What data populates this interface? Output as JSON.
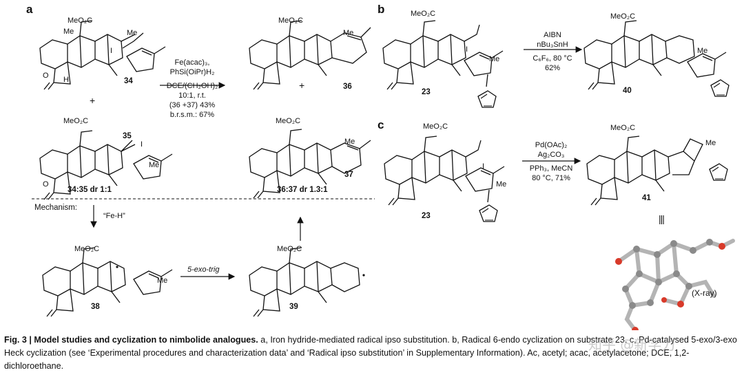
{
  "panels": {
    "a": "a",
    "b": "b",
    "c": "c"
  },
  "compounds": {
    "c34": "34",
    "c35": "35",
    "c36": "36",
    "c37": "37",
    "c38": "38",
    "c39": "39",
    "c23b": "23",
    "c40": "40",
    "c23c": "23",
    "c41": "41"
  },
  "ratios": {
    "r3435": "34:35 dr 1:1",
    "r3637": "36:37 dr 1.3:1"
  },
  "labels": {
    "meo2c": "MeO₂C",
    "me": "Me",
    "i": "I",
    "h": "H",
    "o": "O",
    "plus": "+",
    "mechanism": "Mechanism:",
    "feh": "“Fe-H”",
    "exo": "5-exo-trig",
    "xray": "(X-ray)",
    "triple": "|||"
  },
  "conditions": {
    "a": [
      "Fe(acac)₃,",
      "PhSi(OiPr)H₂",
      "DCE/(CH₂OH)₂",
      "10:1, r.t.",
      "(36 +37) 43%",
      "b.r.s.m.: 67%"
    ],
    "b": [
      "AIBN",
      "nBu₃SnH",
      "C₆F₆, 80 °C",
      "62%"
    ],
    "c": [
      "Pd(OAc)₂",
      "Ag₂CO₃",
      "PPh₃, MeCN",
      "80 °C, 71%"
    ]
  },
  "caption": {
    "fig": "Fig. 3 | ",
    "title": "Model studies and cyclization to nimbolide analogues.",
    "body": " a, Iron hydride-mediated radical ipso substitution. b, Radical 6-endo cyclization on substrate 23. c, Pd-catalysed 5-exo/3-exo Heck cyclization (see ‘Experimental procedures and characterization data’ and ‘Radical ipso substitution’ in Supplementary Information). Ac, acetyl; acac, acetylacetone; DCE, 1,2-dichloroethane."
  },
  "watermark": "知乎 @新学力"
}
